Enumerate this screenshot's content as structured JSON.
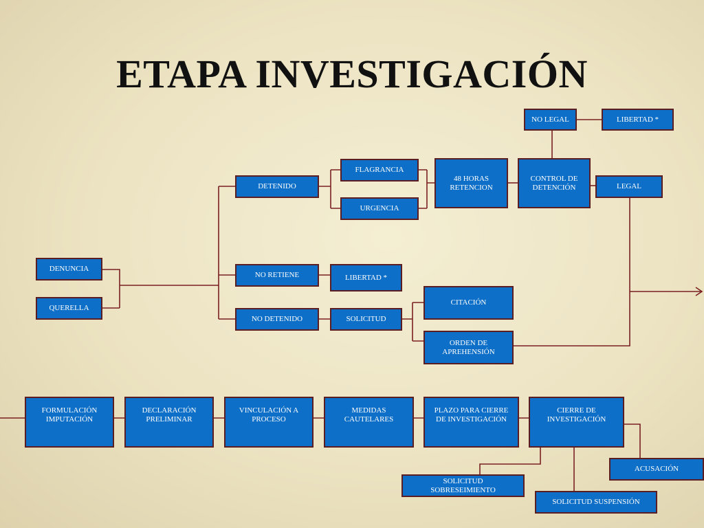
{
  "title": "ETAPA INVESTIGACIÓN",
  "colors": {
    "box_fill": "#0d6fc7",
    "box_border": "#5a1d22",
    "connector": "#7a1f22",
    "title": "#111111"
  },
  "boxes": {
    "denuncia": "DENUNCIA",
    "querella": "QUERELLA",
    "detenido": "DETENIDO",
    "no_retiene": "NO RETIENE",
    "no_detenido": "NO DETENIDO",
    "flagrancia": "FLAGRANCIA",
    "urgencia": "URGENCIA",
    "horas_retencion": "48 HORAS\nRETENCION",
    "control_detencion": "CONTROL DE\nDETENCIÓN",
    "no_legal": "NO LEGAL",
    "libertad_top": "LIBERTAD *",
    "legal": "LEGAL",
    "libertad_mid": "LIBERTAD *",
    "solicitud": "SOLICITUD",
    "citacion": "CITACIÓN",
    "orden_aprehension": "ORDEN DE\nAPREHENSIÓN",
    "formulacion_imputacion": "FORMULACIÓN\nIMPUTACIÓN",
    "declaracion_preliminar": "DECLARACIÓN\nPRELIMINAR",
    "vinculacion_proceso": "VINCULACIÓN A\nPROCESO",
    "medidas_cautelares": "MEDIDAS\nCAUTELARES",
    "plazo_cierre": "PLAZO PARA CIERRE\nDE INVESTIGACIÓN",
    "cierre_investigacion": "CIERRE DE\nINVESTIGACIÓN",
    "acusacion": "ACUSACIÓN",
    "solicitud_sobreseimiento": "SOLICITUD\nSOBRESEIMIENTO",
    "solicitud_suspension": "SOLICITUD SUSPENSIÓN"
  }
}
